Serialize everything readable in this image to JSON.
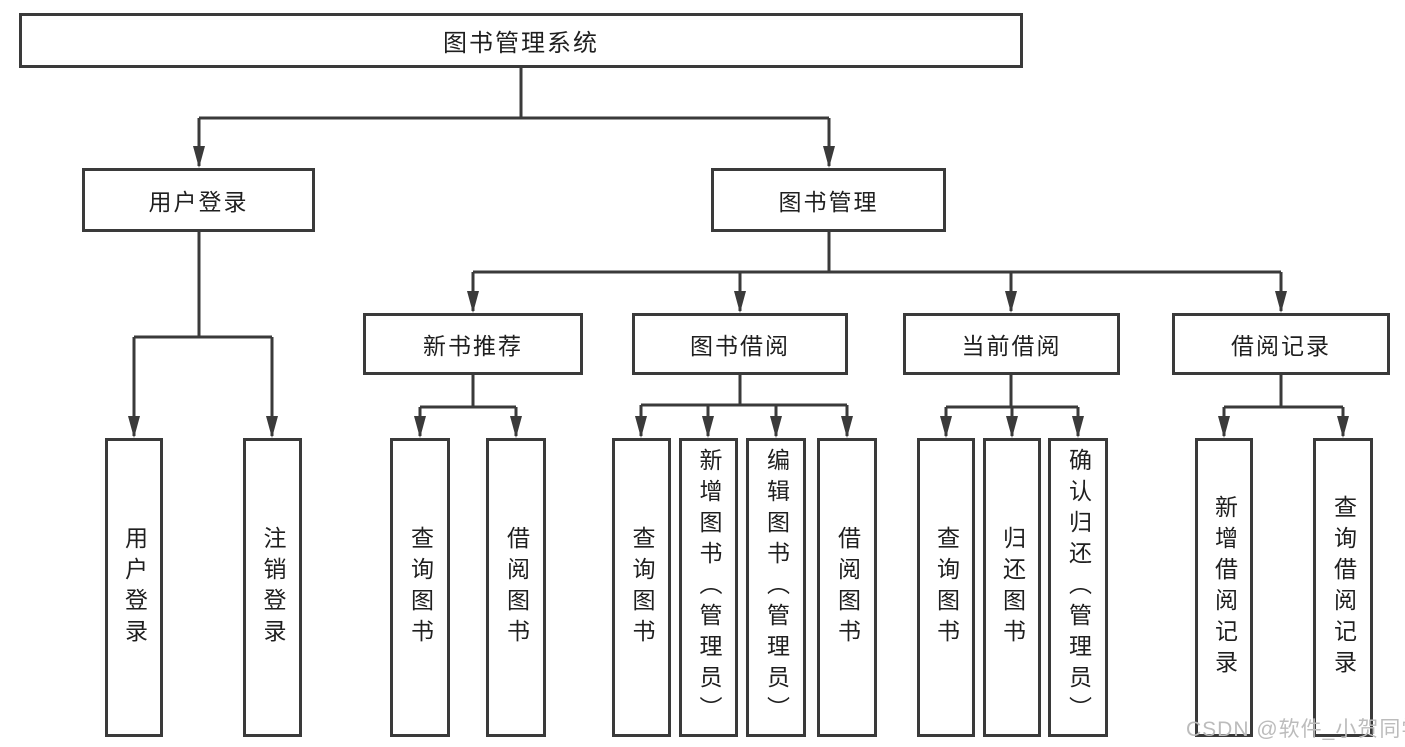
{
  "diagram": {
    "title": "图书管理系统",
    "root": {
      "label": "图书管理系统"
    },
    "level2": [
      {
        "label": "用户登录"
      },
      {
        "label": "图书管理"
      }
    ],
    "level3": [
      {
        "label": "新书推荐"
      },
      {
        "label": "图书借阅"
      },
      {
        "label": "当前借阅"
      },
      {
        "label": "借阅记录"
      }
    ],
    "leaves": {
      "user": [
        "用户登录",
        "注销登录"
      ],
      "newbook": [
        "查询图书",
        "借阅图书"
      ],
      "borrow": [
        "查询图书",
        "新增图书（管理员）",
        "编辑图书（管理员）",
        "借阅图书"
      ],
      "current": [
        "查询图书",
        "归还图书",
        "确认归还（管理员）"
      ],
      "records": [
        "新增借阅记录",
        "查询借阅记录"
      ]
    },
    "colors": {
      "line": "#3a3a3a",
      "text": "#1f1f1f",
      "background": "#ffffff",
      "watermark_text_color": "#bcbcbc"
    }
  },
  "watermark": {
    "text": "CSDN @软件_小贺同学"
  }
}
